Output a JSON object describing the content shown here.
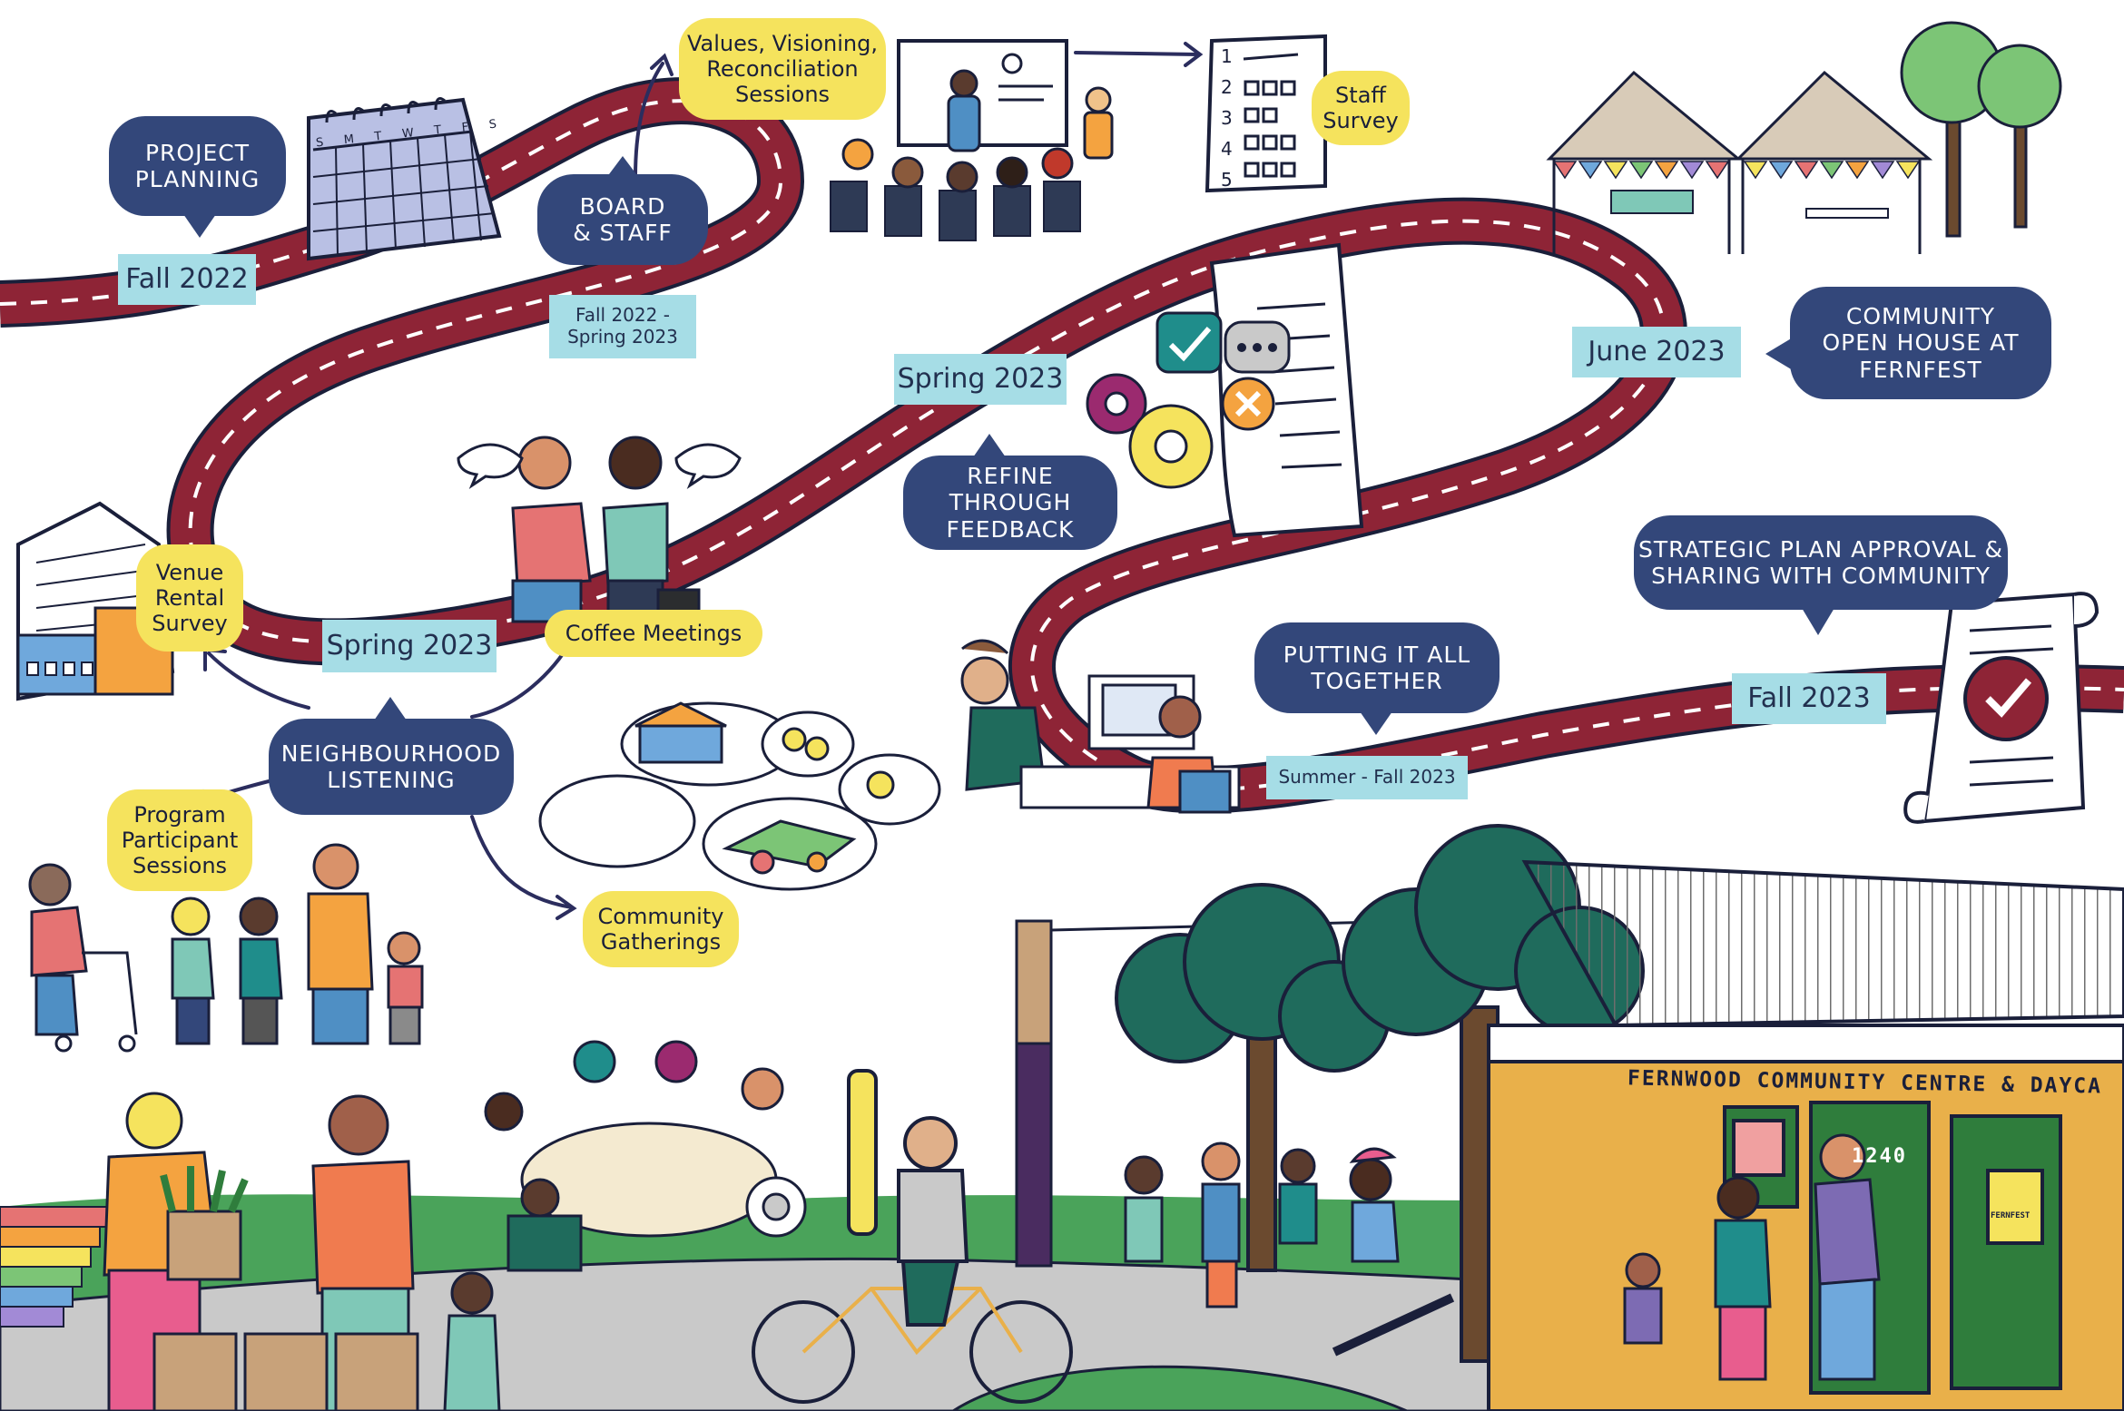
{
  "labels": {
    "project_planning": "PROJECT\nPLANNING",
    "fall_2022": "Fall 2022",
    "values_visioning": "Values, Visioning,\nReconciliation\nSessions",
    "board_staff": "BOARD\n& STAFF",
    "fall2022_spring2023": "Fall 2022 -\nSpring 2023",
    "staff_survey": "Staff\nSurvey",
    "community_open_house": "COMMUNITY\nOPEN HOUSE AT\nFERNFEST",
    "june_2023": "June 2023",
    "spring_2023_top": "Spring 2023",
    "refine_feedback": "REFINE THROUGH\nFEEDBACK",
    "venue_rental": "Venue\nRental\nSurvey",
    "spring_2023_bottom": "Spring 2023",
    "coffee_meetings": "Coffee Meetings",
    "neighbourhood_listening": "NEIGHBOURHOOD\nLISTENING",
    "program_participant": "Program\nParticipant\nSessions",
    "community_gatherings": "Community\nGatherings",
    "putting_together": "PUTTING IT ALL\nTOGETHER",
    "summer_fall_2023": "Summer - Fall 2023",
    "strategic_plan": "STRATEGIC PLAN APPROVAL &\nSHARING WITH COMMUNITY",
    "fall_2023": "Fall 2023",
    "building_sign": "FERNWOOD COMMUNITY CENTRE & DAYCA",
    "building_number": "1240",
    "poster_text": "FERNFEST"
  },
  "calendar_days": [
    "S",
    "M",
    "T",
    "W",
    "T",
    "F",
    "S"
  ],
  "survey_numbers": [
    "1",
    "2",
    "3",
    "4",
    "5"
  ],
  "colors": {
    "road": "#8e2436",
    "road_dash": "#ffffff",
    "navy": "#33477a",
    "yellow": "#f5e35d",
    "date_tag": "#a6dde6",
    "tree": "#1f6b5c",
    "building": "#e9b04a",
    "grass": "#4aa35a",
    "path": "#c9c9c9"
  }
}
